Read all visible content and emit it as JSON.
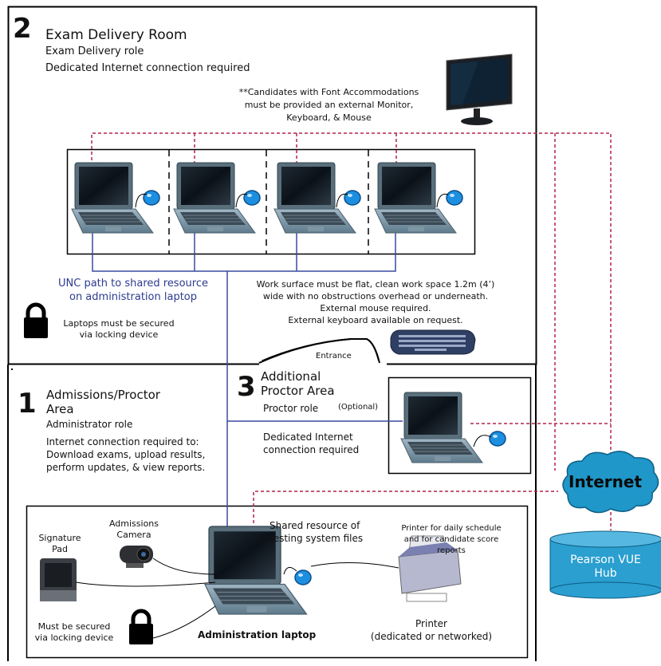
{
  "room2": {
    "number": "2",
    "title": "Exam Delivery Room",
    "role": "Exam Delivery role",
    "connection": "Dedicated Internet connection required",
    "font_note_lines": [
      "**Candidates with Font Accommodations",
      "must be provided an external Monitor,",
      "Keyboard, & Mouse"
    ],
    "unc_lines": [
      "UNC path to shared resource",
      "on administration laptop"
    ],
    "lock_lines": [
      "Laptops must be secured",
      "via locking device"
    ],
    "work_surface_lines": [
      "Work surface must be flat, clean work space 1.2m (4’)",
      "wide with no obstructions overhead or underneath.",
      "External mouse required.",
      "External keyboard available on request."
    ],
    "entrance": "Entrance"
  },
  "room1": {
    "number": "1",
    "title_lines": [
      "Admissions/Proctor",
      "Area"
    ],
    "role": "Administrator role",
    "connection_lines": [
      "Internet connection required to:",
      "Download exams, upload results,",
      "perform updates, & view reports."
    ]
  },
  "room3": {
    "number": "3",
    "title_lines": [
      "Additional",
      "Proctor Area"
    ],
    "role": "Proctor role",
    "optional": "(Optional)",
    "connection_lines": [
      "Dedicated Internet",
      "connection required"
    ]
  },
  "admin": {
    "signature_lines": [
      "Signature",
      "Pad"
    ],
    "camera_lines": [
      "Admissions",
      "Camera"
    ],
    "shared_lines": [
      "Shared resource of",
      "testing system files"
    ],
    "printer_for_lines": [
      "Printer for daily schedule",
      "and for candidate score",
      "reports"
    ],
    "secured_lines": [
      "Must be secured",
      "via locking device"
    ],
    "laptop_label": "Administration laptop",
    "printer_lines": [
      "Printer",
      "(dedicated or networked)"
    ]
  },
  "internet": "Internet",
  "hub_lines": [
    "Pearson VUE",
    "Hub"
  ],
  "colors": {
    "internet_line": "#b0254a",
    "lan_line": "#3a4aa0",
    "cloud": "#1f97c8",
    "hub": "#2a9fd0",
    "unc_text": "#2c3b8f"
  }
}
